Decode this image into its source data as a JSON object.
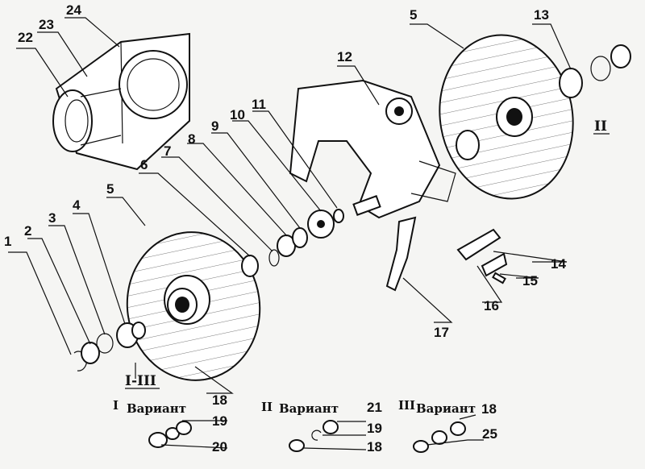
{
  "numbers": [
    "1",
    "2",
    "3",
    "4",
    "5",
    "6",
    "7",
    "8",
    "9",
    "10",
    "11",
    "12",
    "13",
    "14",
    "15",
    "16",
    "17",
    "18",
    "19",
    "20",
    "21",
    "22",
    "23",
    "24",
    "25"
  ],
  "numbers_dup": {
    "5b": "5",
    "18b": "18",
    "18c": "18",
    "19b": "19"
  },
  "roman": {
    "variant_I_III": "I-III",
    "variant_II": "II"
  },
  "captions": {
    "variant_I": "I",
    "variant_I_word": "Вариант",
    "variant_II": "II",
    "variant_II_word": "Вариант",
    "variant_III": "III",
    "variant_III_word": "Вариант"
  },
  "colors": {
    "ink": "#111111",
    "paper": "#f5f5f3"
  }
}
